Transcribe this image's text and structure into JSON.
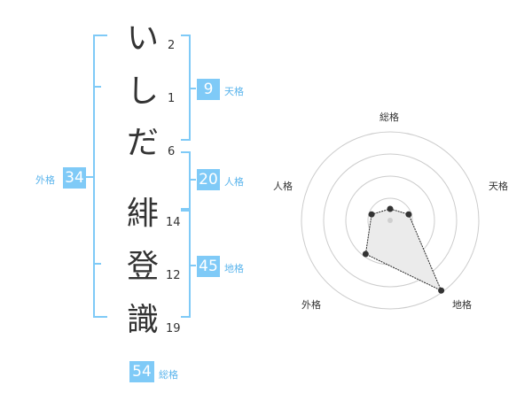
{
  "name": {
    "surname": [
      {
        "char": "い",
        "strokes": "2"
      },
      {
        "char": "し",
        "strokes": "1"
      },
      {
        "char": "だ",
        "strokes": "6"
      }
    ],
    "given": [
      {
        "char": "緋",
        "strokes": "14"
      },
      {
        "char": "登",
        "strokes": "12"
      },
      {
        "char": "識",
        "strokes": "19"
      }
    ]
  },
  "kakusu": {
    "tenkaku": {
      "value": "9",
      "label": "天格"
    },
    "jinkaku": {
      "value": "20",
      "label": "人格"
    },
    "chikaku": {
      "value": "45",
      "label": "地格"
    },
    "gaikaku": {
      "value": "34",
      "label": "外格"
    },
    "soukaku": {
      "value": "54",
      "label": "総格"
    }
  },
  "radar": {
    "axes": [
      {
        "key": "soukaku",
        "label": "総格",
        "level": 0.13
      },
      {
        "key": "tenkaku",
        "label": "天格",
        "level": 0.22
      },
      {
        "key": "chikaku",
        "label": "地格",
        "level": 0.98
      },
      {
        "key": "gaikaku",
        "label": "外格",
        "level": 0.47
      },
      {
        "key": "jinkaku",
        "label": "人格",
        "level": 0.22
      }
    ],
    "rings": 4,
    "colors": {
      "grid": "#cccccc",
      "fill": "#ebebeb",
      "line": "#222222",
      "dot": "#333333"
    }
  },
  "colors": {
    "accent": "#7fcaf7",
    "accent_text": "#5ab4ec"
  }
}
